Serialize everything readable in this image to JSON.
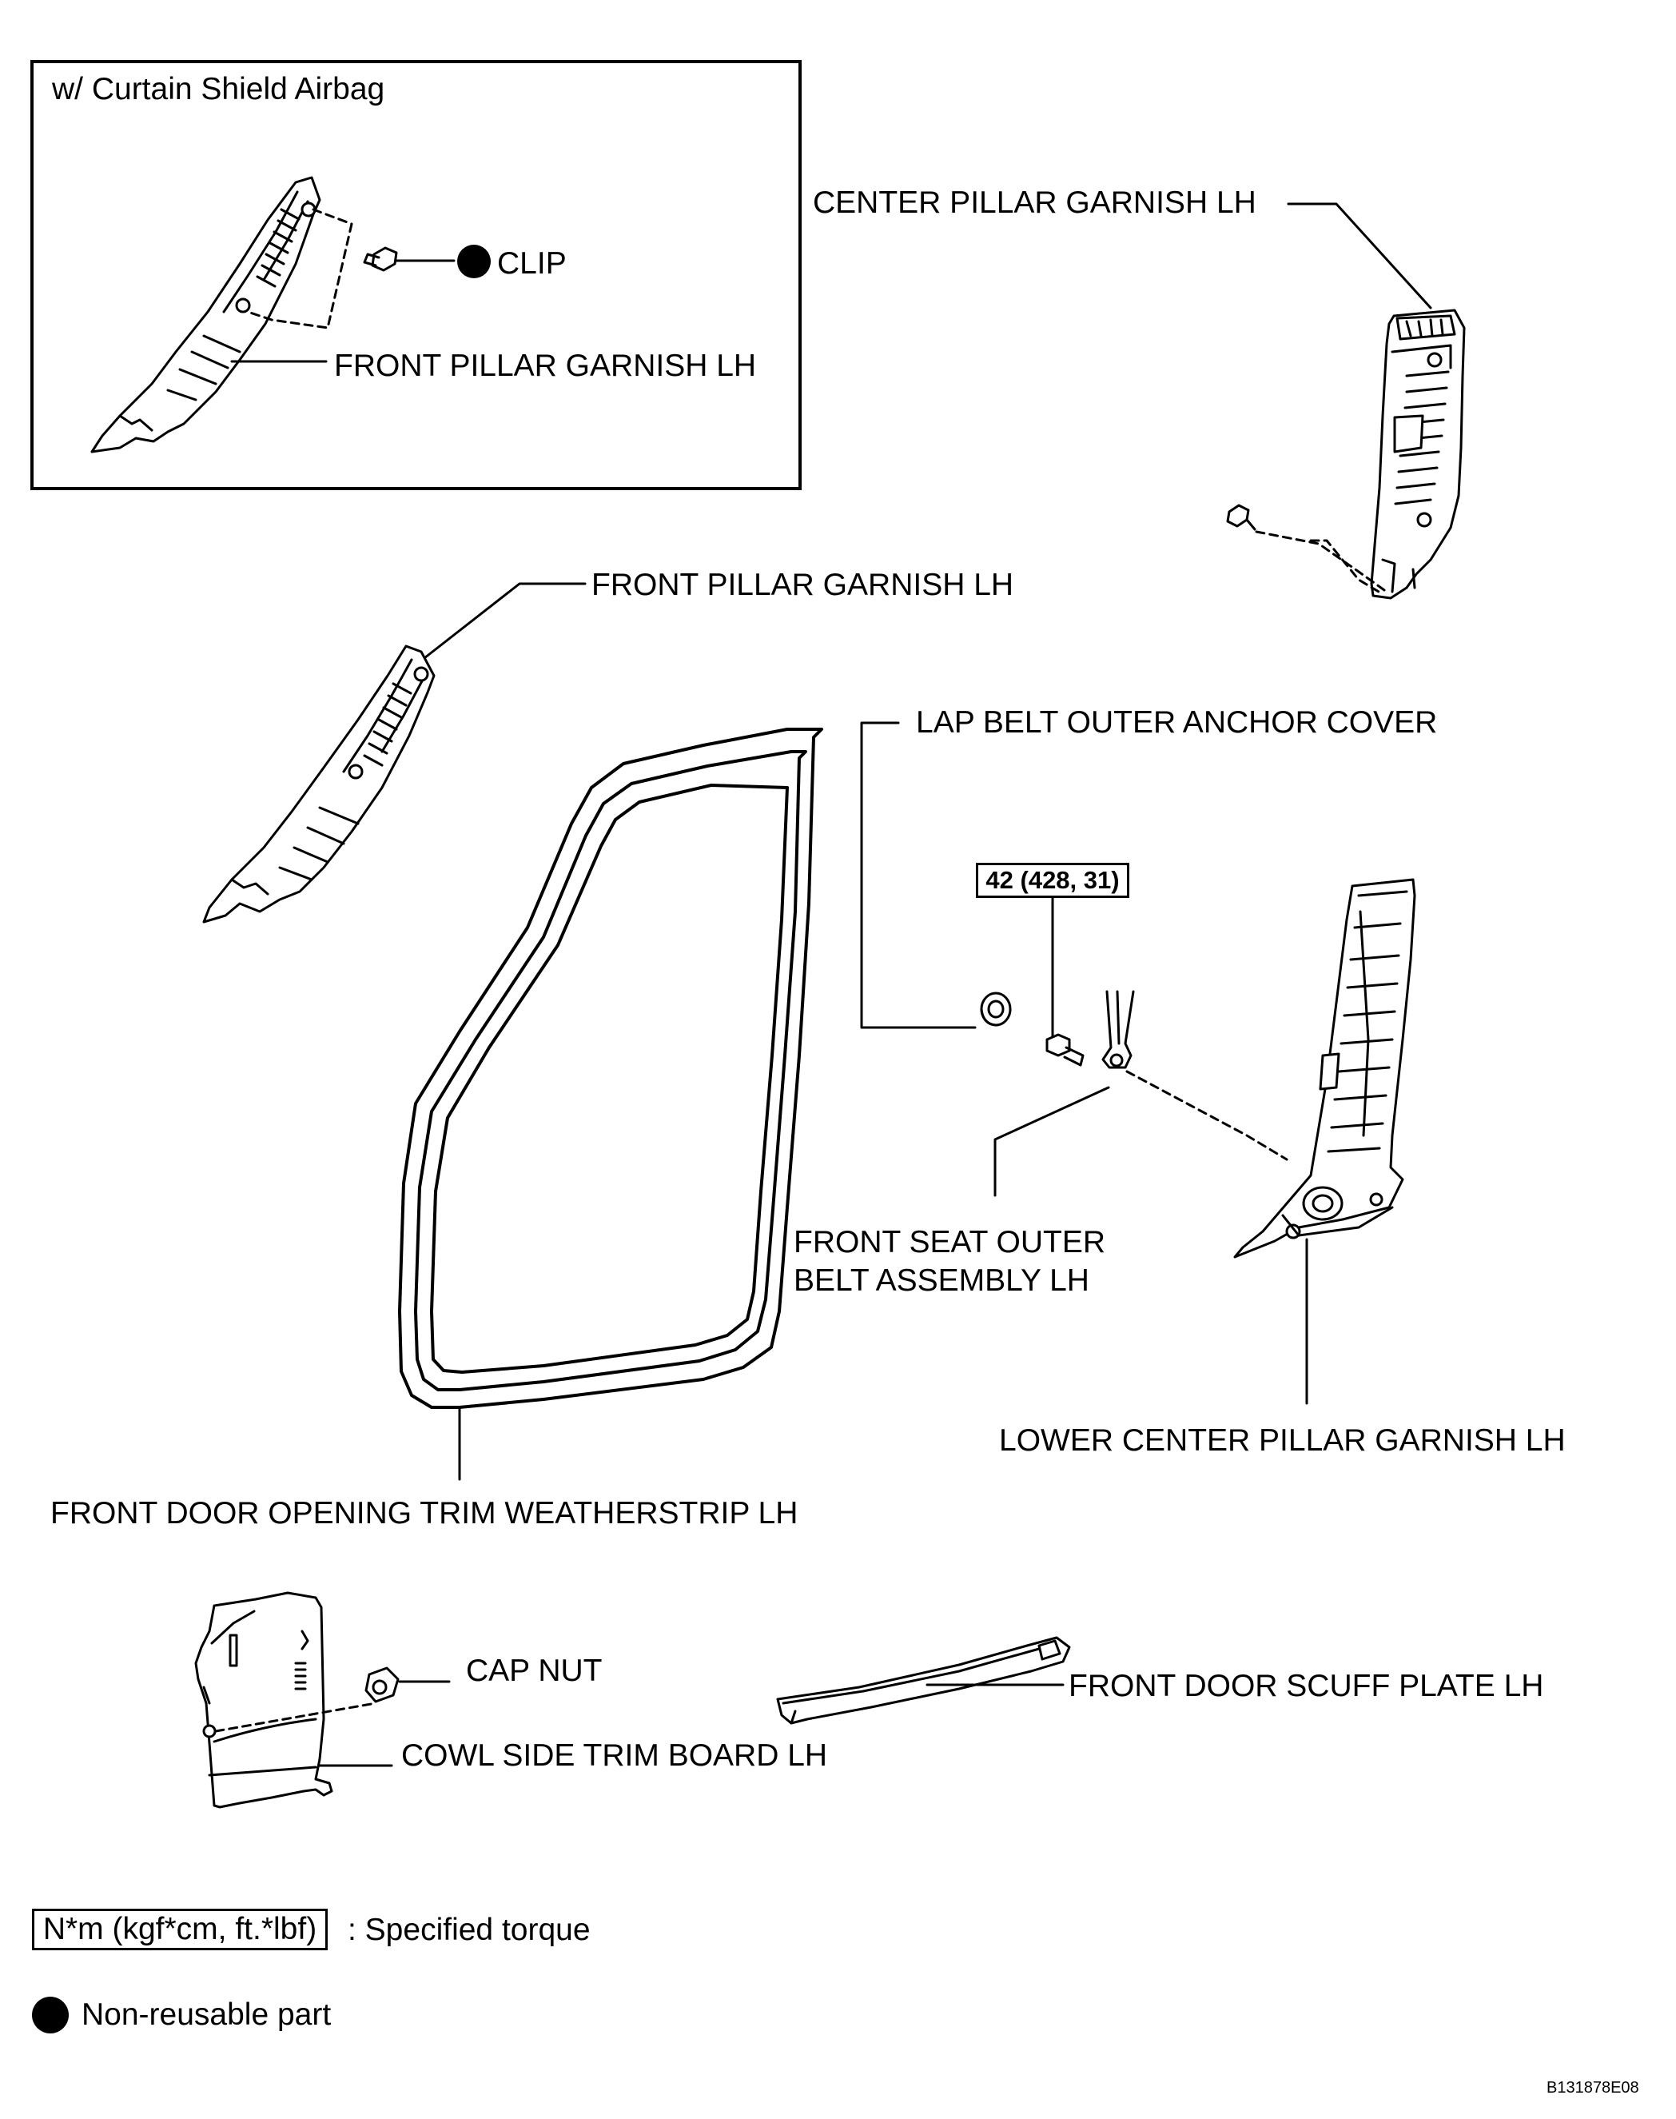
{
  "inset": {
    "title": "w/ Curtain Shield Airbag",
    "clip": "CLIP",
    "front_pillar": "FRONT PILLAR GARNISH LH"
  },
  "labels": {
    "center_pillar": "CENTER PILLAR GARNISH LH",
    "front_pillar": "FRONT PILLAR GARNISH LH",
    "lap_belt_cover": "LAP BELT OUTER ANCHOR COVER",
    "torque": "42 (428, 31)",
    "front_seat_belt_line1": "FRONT SEAT OUTER",
    "front_seat_belt_line2": "BELT ASSEMBLY LH",
    "lower_center_pillar": "LOWER CENTER PILLAR GARNISH LH",
    "weatherstrip": "FRONT DOOR OPENING TRIM WEATHERSTRIP LH",
    "cap_nut": "CAP NUT",
    "scuff_plate": "FRONT DOOR SCUFF PLATE LH",
    "cowl_side": "COWL SIDE TRIM BOARD LH"
  },
  "legend": {
    "torque_units": "N*m (kgf*cm, ft.*lbf)",
    "torque_desc": ": Specified torque",
    "non_reusable": "Non-reusable part"
  },
  "figure_code": "B131878E08"
}
